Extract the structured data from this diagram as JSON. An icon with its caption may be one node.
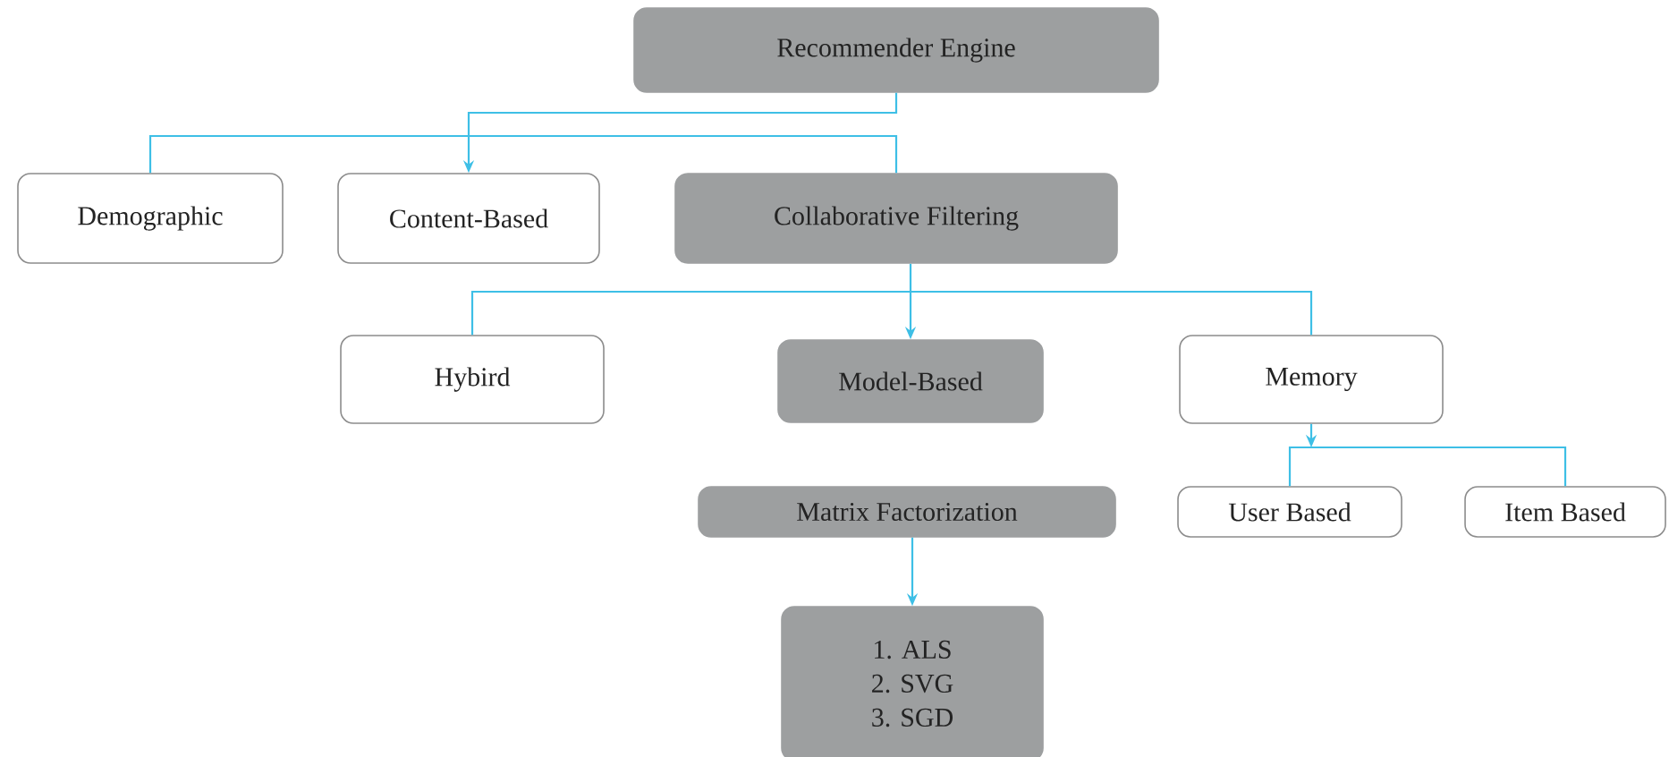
{
  "diagram": {
    "nodes": [
      {
        "text": [
          "Recommender Engine"
        ]
      },
      {
        "text": [
          "Demographic"
        ]
      },
      {
        "text": [
          "Content-Based"
        ]
      },
      {
        "text": [
          "Collaborative Filtering"
        ]
      },
      {
        "text": [
          "Hybird"
        ]
      },
      {
        "text": [
          "Model-Based"
        ]
      },
      {
        "text": [
          "Memory"
        ]
      },
      {
        "text": [
          "Matrix Factorization"
        ]
      },
      {
        "text": [
          "User Based"
        ]
      },
      {
        "text": [
          "Item Based"
        ]
      },
      {
        "text": [
          "1. ALS",
          "2. SVG",
          "3. SGD"
        ]
      }
    ],
    "edges": [
      {
        "from": 0,
        "to": 2,
        "arrow": "to"
      },
      {
        "from": 1,
        "to": 3,
        "arrow": "none"
      },
      {
        "from": 3,
        "to": 5,
        "arrow": "to"
      },
      {
        "from": 4,
        "to": 6,
        "arrow": "none"
      },
      {
        "from": 6,
        "to": null,
        "arrow": "to"
      },
      {
        "from": 8,
        "to": 9,
        "arrow": "none"
      },
      {
        "from": 7,
        "to": 10,
        "arrow": "to"
      }
    ]
  }
}
